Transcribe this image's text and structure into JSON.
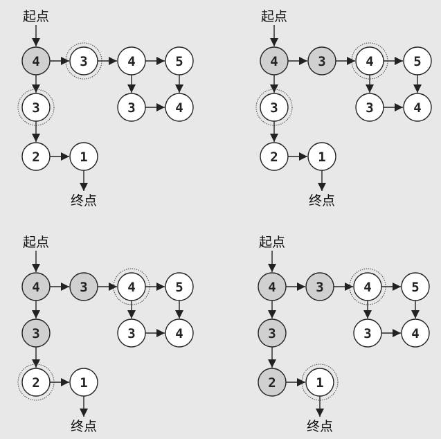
{
  "start_label": "起点",
  "end_label": "终点",
  "colors": {
    "visited": "#d0d0d0",
    "unvisited": "#ffffff",
    "stroke": "#222222",
    "background": "#e8e8e8"
  },
  "nodes": [
    {
      "id": "A",
      "value": "4"
    },
    {
      "id": "B",
      "value": "3"
    },
    {
      "id": "C",
      "value": "4"
    },
    {
      "id": "D",
      "value": "5"
    },
    {
      "id": "E",
      "value": "3"
    },
    {
      "id": "F",
      "value": "4"
    },
    {
      "id": "G",
      "value": "3"
    },
    {
      "id": "H",
      "value": "2"
    },
    {
      "id": "I",
      "value": "1"
    }
  ],
  "edges": [
    [
      "A",
      "B"
    ],
    [
      "B",
      "C"
    ],
    [
      "C",
      "D"
    ],
    [
      "C",
      "E"
    ],
    [
      "D",
      "F"
    ],
    [
      "E",
      "F"
    ],
    [
      "A",
      "G"
    ],
    [
      "G",
      "H"
    ],
    [
      "H",
      "I"
    ]
  ],
  "start_node": "A",
  "end_node": "I",
  "panels": [
    {
      "step": 1,
      "visited": [
        "A"
      ],
      "frontier": [
        "B",
        "G"
      ]
    },
    {
      "step": 2,
      "visited": [
        "A",
        "B"
      ],
      "frontier": [
        "C",
        "G"
      ]
    },
    {
      "step": 3,
      "visited": [
        "A",
        "B",
        "G"
      ],
      "frontier": [
        "C",
        "H"
      ]
    },
    {
      "step": 4,
      "visited": [
        "A",
        "B",
        "G",
        "H"
      ],
      "frontier": [
        "C",
        "I"
      ]
    }
  ]
}
